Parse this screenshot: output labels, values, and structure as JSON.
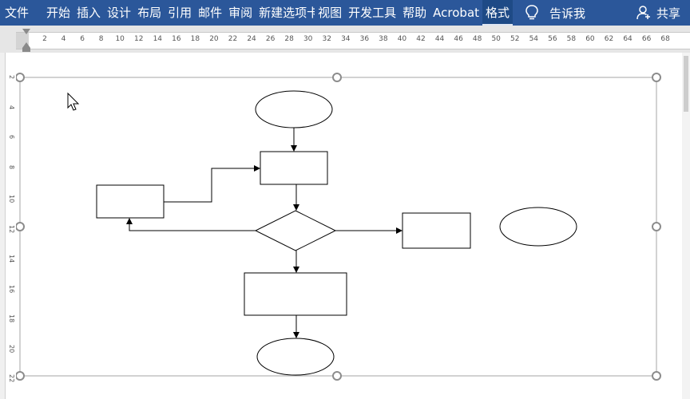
{
  "ribbon": {
    "tabs": [
      {
        "label": "文件",
        "active": false
      },
      {
        "label": "开始",
        "active": false
      },
      {
        "label": "插入",
        "active": false
      },
      {
        "label": "设计",
        "active": false
      },
      {
        "label": "布局",
        "active": false
      },
      {
        "label": "引用",
        "active": false
      },
      {
        "label": "邮件",
        "active": false
      },
      {
        "label": "审阅",
        "active": false
      },
      {
        "label": "新建选项卡",
        "active": false
      },
      {
        "label": "视图",
        "active": false
      },
      {
        "label": "开发工具",
        "active": false
      },
      {
        "label": "帮助",
        "active": false
      },
      {
        "label": "Acrobat",
        "active": false
      },
      {
        "label": "格式",
        "active": true
      }
    ],
    "tell_me": "告诉我",
    "share": "共享",
    "background_color": "#2b579a"
  },
  "ruler": {
    "numbers": [
      "2",
      "4",
      "6",
      "8",
      "10",
      "12",
      "14",
      "16",
      "18",
      "20",
      "22",
      "24",
      "26",
      "28",
      "30",
      "32",
      "34",
      "36",
      "38",
      "40",
      "42",
      "44",
      "46",
      "48",
      "50",
      "52",
      "54",
      "56",
      "58",
      "60",
      "62",
      "64",
      "66",
      "68"
    ],
    "vertical_numbers": [
      "2",
      "4",
      "6",
      "8",
      "10",
      "12",
      "14",
      "16",
      "18",
      "20",
      "22"
    ]
  },
  "canvas": {
    "selection_handle_color": "#8c8c8c",
    "frame_color": "#a6a6a6"
  }
}
